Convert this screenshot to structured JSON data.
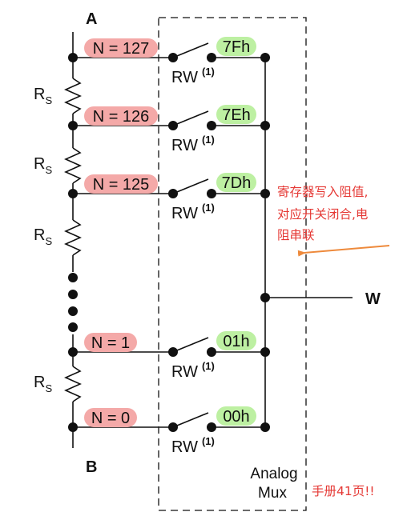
{
  "terminals": {
    "a": "A",
    "b": "B",
    "w": "W"
  },
  "resistor_label": {
    "main": "R",
    "sub": "S"
  },
  "switch_label": {
    "main": "RW",
    "superscript": "(1)"
  },
  "taps": [
    {
      "n_label": "N = 127",
      "code": "7Fh"
    },
    {
      "n_label": "N = 126",
      "code": "7Eh"
    },
    {
      "n_label": "N = 125",
      "code": "7Dh"
    },
    {
      "n_label": "N = 1",
      "code": "01h"
    },
    {
      "n_label": "N = 0",
      "code": "00h"
    }
  ],
  "mux_label": {
    "line1": "Analog",
    "line2": "Mux"
  },
  "annotation": {
    "line1": "寄存器写入阻值,",
    "line2": "对应开关闭合,电",
    "line3": "阻串联"
  },
  "page_note": "手册41页!!",
  "colors": {
    "n_pill": "#f4a9a8",
    "code_pill": "#bdf0a2",
    "annotation_text": "#e53935",
    "arrow": "#ee8a3c",
    "line": "#111111"
  }
}
